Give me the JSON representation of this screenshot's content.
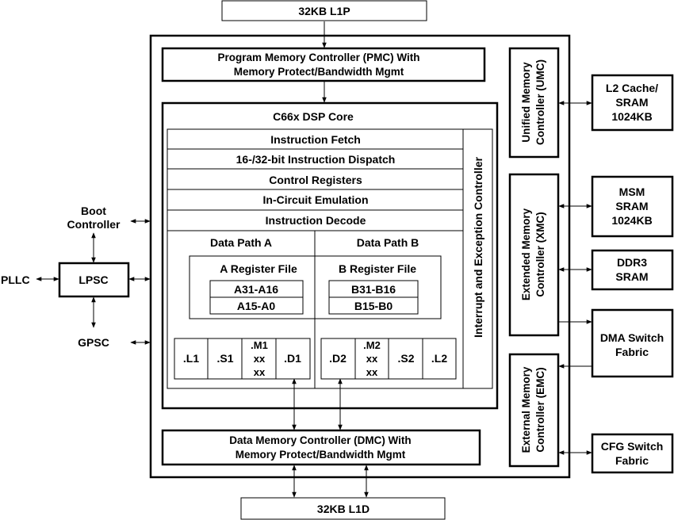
{
  "blocks": {
    "l1p": "32KB L1P",
    "l1d": "32KB L1D",
    "pmc": [
      "Program Memory Controller (PMC) With",
      "Memory Protect/Bandwidth Mgmt"
    ],
    "dmc": [
      "Data Memory Controller (DMC) With",
      "Memory Protect/Bandwidth Mgmt"
    ],
    "core_title": "C66x DSP Core",
    "instruction_fetch": "Instruction Fetch",
    "instruction_dispatch": "16-/32-bit Instruction Dispatch",
    "control_registers": "Control Registers",
    "in_circuit_emulation": "In-Circuit Emulation",
    "instruction_decode": "Instruction Decode",
    "interrupt_controller": "Interrupt and Exception Controller",
    "data_path_a": "Data Path A",
    "data_path_b": "Data Path B",
    "a_register_file": "A Register File",
    "b_register_file": "B Register File",
    "a_reg_hi": "A31-A16",
    "a_reg_lo": "A15-A0",
    "b_reg_hi": "B31-B16",
    "b_reg_lo": "B15-B0",
    "units_a": [
      [
        ".L1"
      ],
      [
        ".S1"
      ],
      [
        ".M1",
        "xx",
        "xx"
      ],
      [
        ".D1"
      ]
    ],
    "units_b": [
      [
        ".D2"
      ],
      [
        ".M2",
        "xx",
        "xx"
      ],
      [
        ".S2"
      ],
      [
        ".L2"
      ]
    ],
    "umc": [
      "Unified Memory",
      "Controller (UMC)"
    ],
    "xmc": [
      "Extended Memory",
      "Controller (XMC)"
    ],
    "emc": [
      "External Memory",
      "Controller (EMC)"
    ],
    "l2_cache": [
      "L2 Cache/",
      "SRAM",
      "1024KB"
    ],
    "msm_sram": [
      "MSM",
      "SRAM",
      "1024KB"
    ],
    "ddr3_sram": [
      "DDR3",
      "SRAM"
    ],
    "dma_switch": [
      "DMA Switch",
      "Fabric"
    ],
    "cfg_switch": [
      "CFG Switch",
      "Fabric"
    ],
    "boot_controller": [
      "Boot",
      "Controller"
    ],
    "lpsc": "LPSC",
    "pllc": "PLLC",
    "gpsc": "GPSC"
  }
}
